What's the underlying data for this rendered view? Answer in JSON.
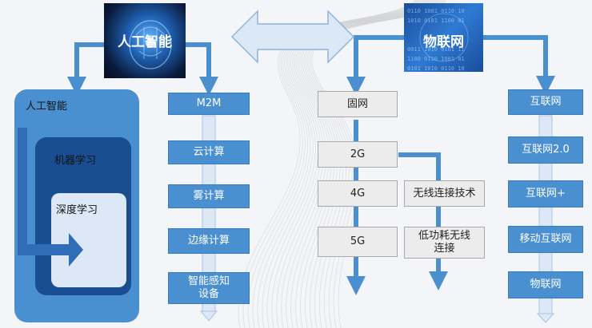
{
  "colors": {
    "primary_blue": "#4a90d0",
    "dark_blue": "#1a4e92",
    "medium_blue": "#2f6db8",
    "light_blue": "#dce8f6",
    "gray_box": "#ececec",
    "arrow_outline": "#cfe0f2"
  },
  "ai": {
    "tile_label": "人工智能",
    "nested": {
      "outer_label": "人工智能",
      "middle_label": "机器学习",
      "inner_label": "深度学习"
    },
    "chain": [
      "M2M",
      "云计算",
      "雾计算",
      "边缘计算",
      "智能感知设备"
    ]
  },
  "iot": {
    "tile_label": "物联网",
    "fixed": {
      "label": "固网",
      "generations": [
        "2G",
        "4G",
        "5G"
      ],
      "branch": [
        "无线连接技术",
        "低功耗无线连接"
      ]
    },
    "internet": {
      "chain": [
        "互联网",
        "互联网2.0",
        "互联网+",
        "移动互联网",
        "物联网"
      ]
    }
  },
  "icons": {
    "ai_tile": "robot-brain-icon",
    "iot_tile": "binary-globe-icon",
    "exchange": "double-arrow-icon"
  }
}
